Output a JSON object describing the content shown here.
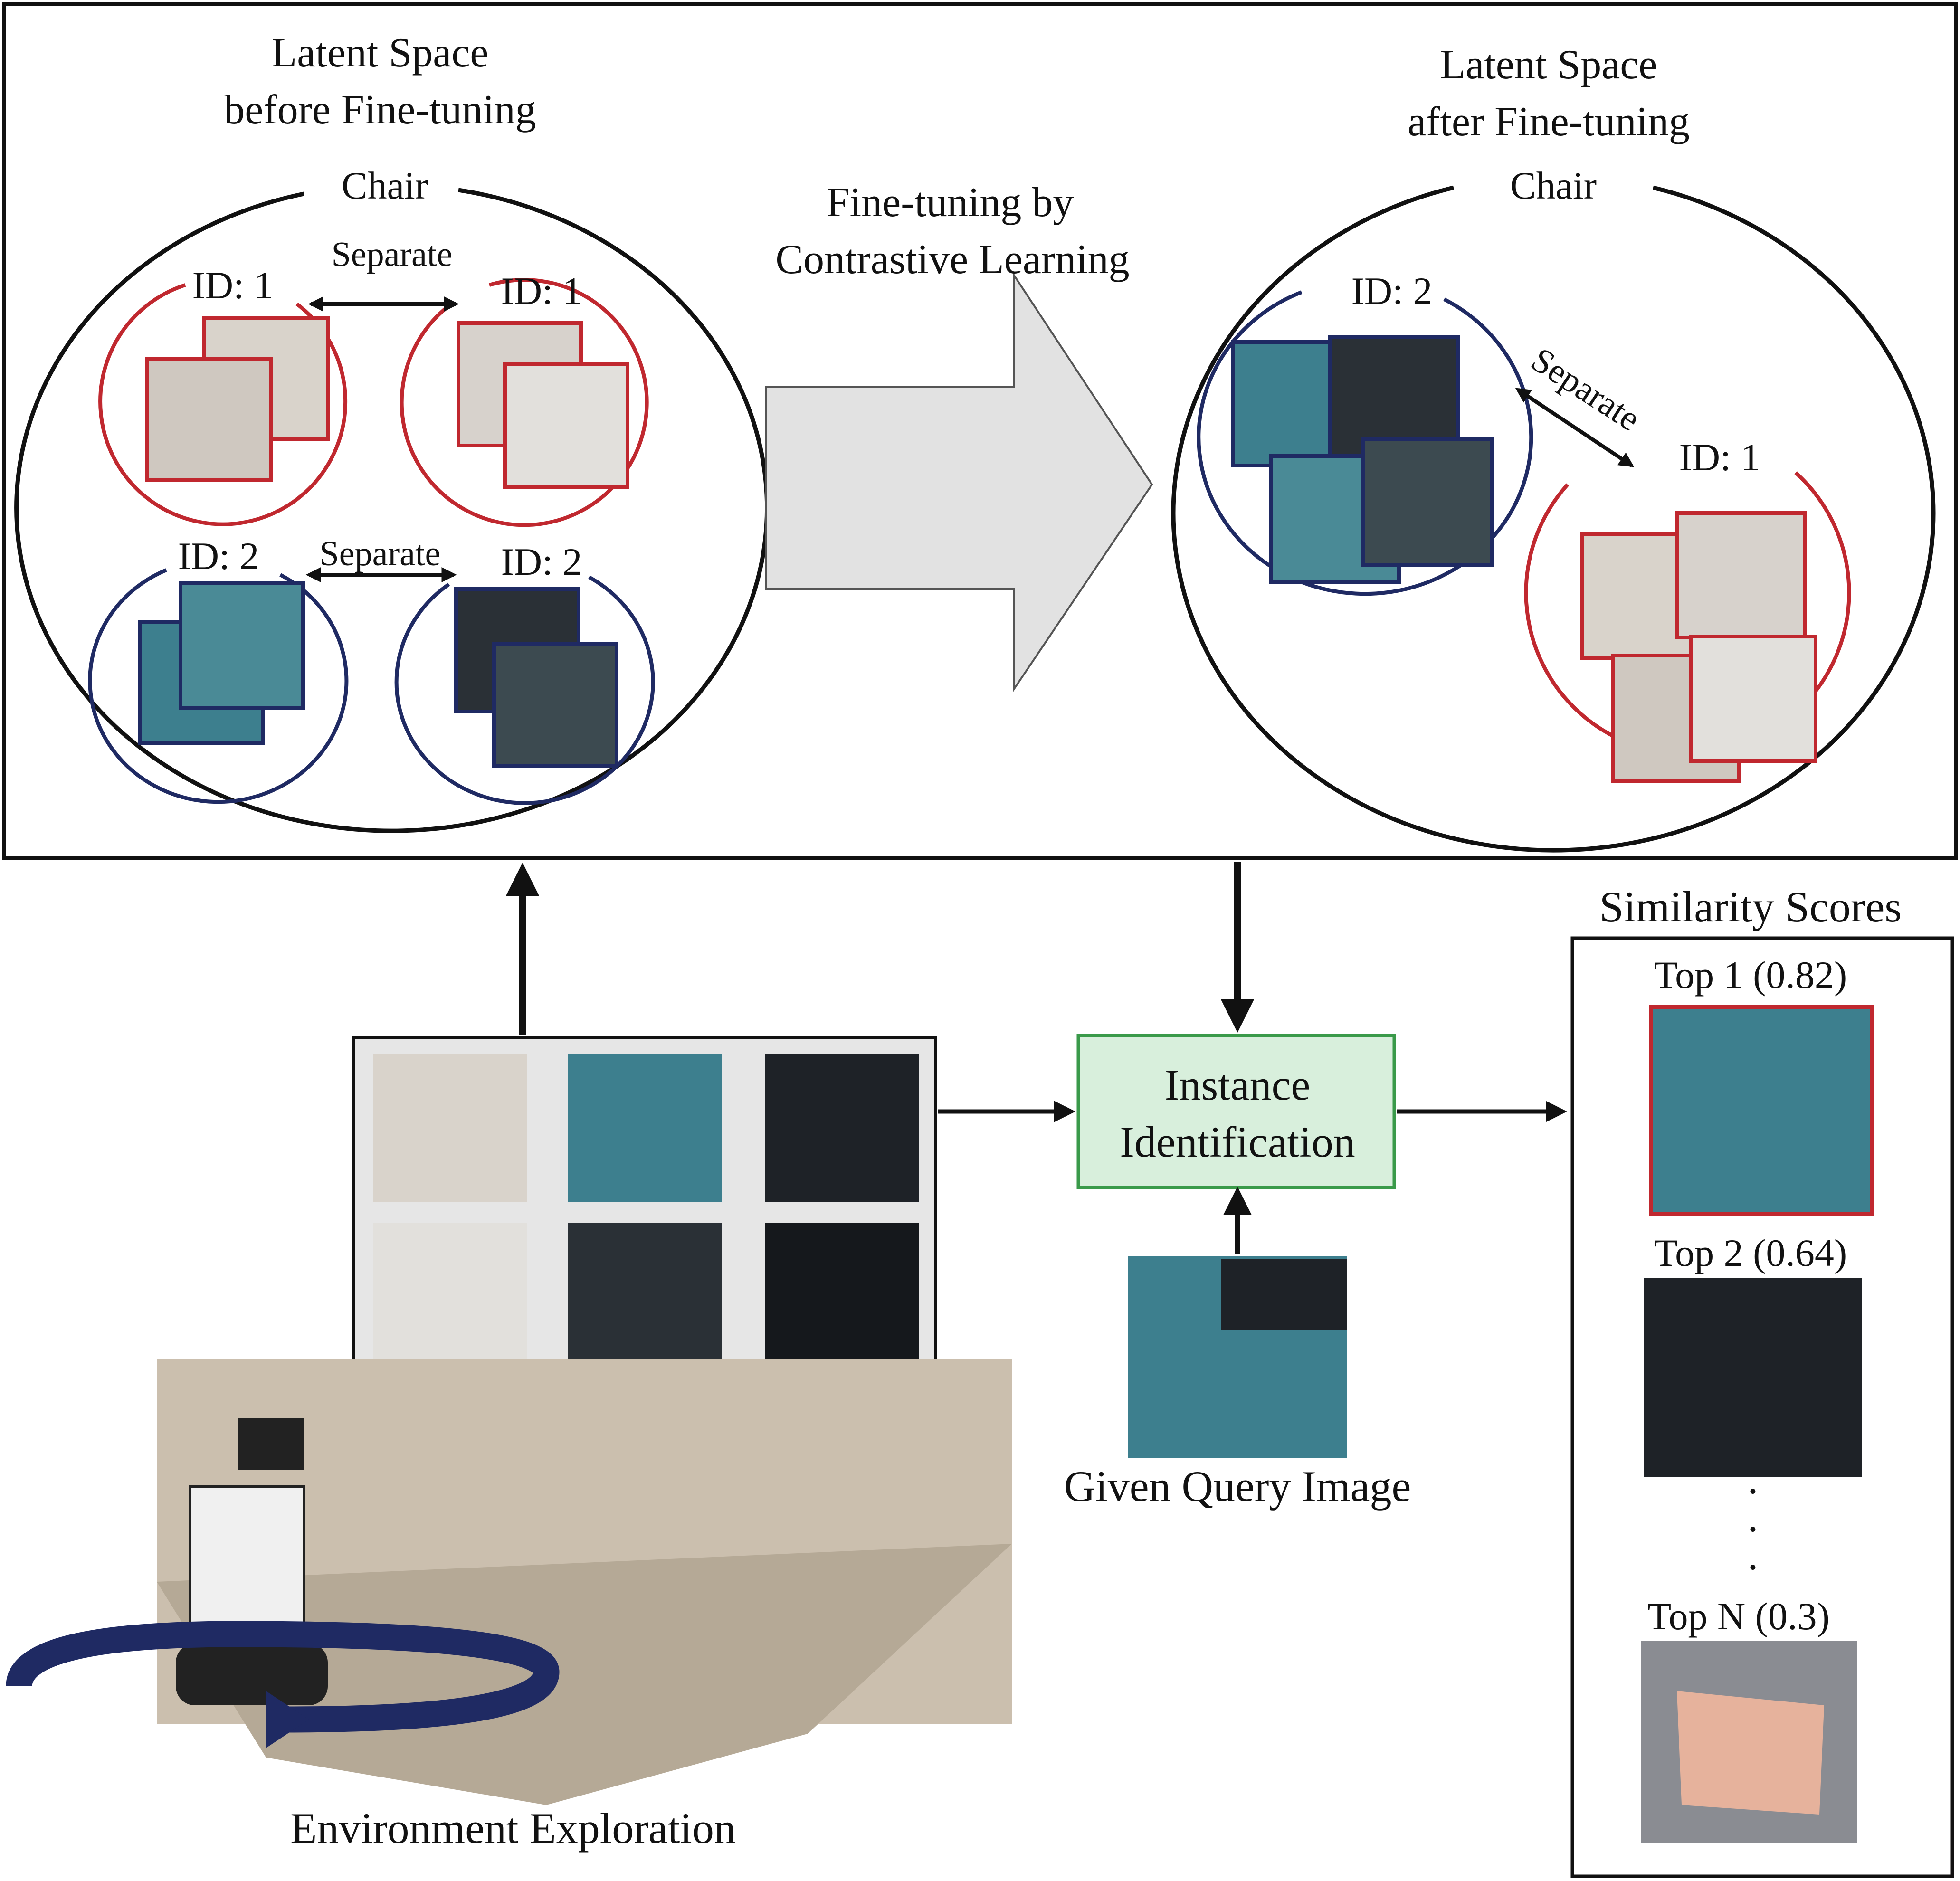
{
  "left_latent": {
    "title_line1": "Latent Space",
    "title_line2": "before Fine-tuning",
    "class_label": "Chair",
    "id1_left": "ID: 1",
    "id1_right": "ID: 1",
    "id2_left": "ID: 2",
    "id2_right": "ID: 2",
    "separate_top": "Separate",
    "separate_bottom": "Separate"
  },
  "arrow": {
    "line1": "Fine-tuning by",
    "line2": "Contrastive Learning"
  },
  "right_latent": {
    "title_line1": "Latent Space",
    "title_line2": "after Fine-tuning",
    "class_label": "Chair",
    "id2": "ID: 2",
    "id1": "ID: 1",
    "separate": "Separate"
  },
  "identification": {
    "line1": "Instance",
    "line2": "Identification"
  },
  "query": {
    "caption": "Given Query Image"
  },
  "exploration": {
    "caption": "Environment Exploration"
  },
  "scores": {
    "title": "Similarity Scores",
    "items": [
      {
        "label": "Top 1 (0.82)"
      },
      {
        "label": "Top 2 (0.64)"
      },
      {
        "label": "Top N (0.3)"
      }
    ],
    "ellipsis": "·"
  },
  "colors": {
    "instance1": "#c0282f",
    "instance2": "#1f2a63",
    "id_box_fill": "#d8efdc",
    "id_box_stroke": "#3a9a4a",
    "arrow_fill": "#e2e2e2",
    "gallery_fill": "#e6e6e6",
    "chair_beige": "#d9d3cb",
    "chair_teal": "#3d7f8e",
    "chair_black": "#1e2227",
    "bed_pink": "#e6b29c"
  }
}
